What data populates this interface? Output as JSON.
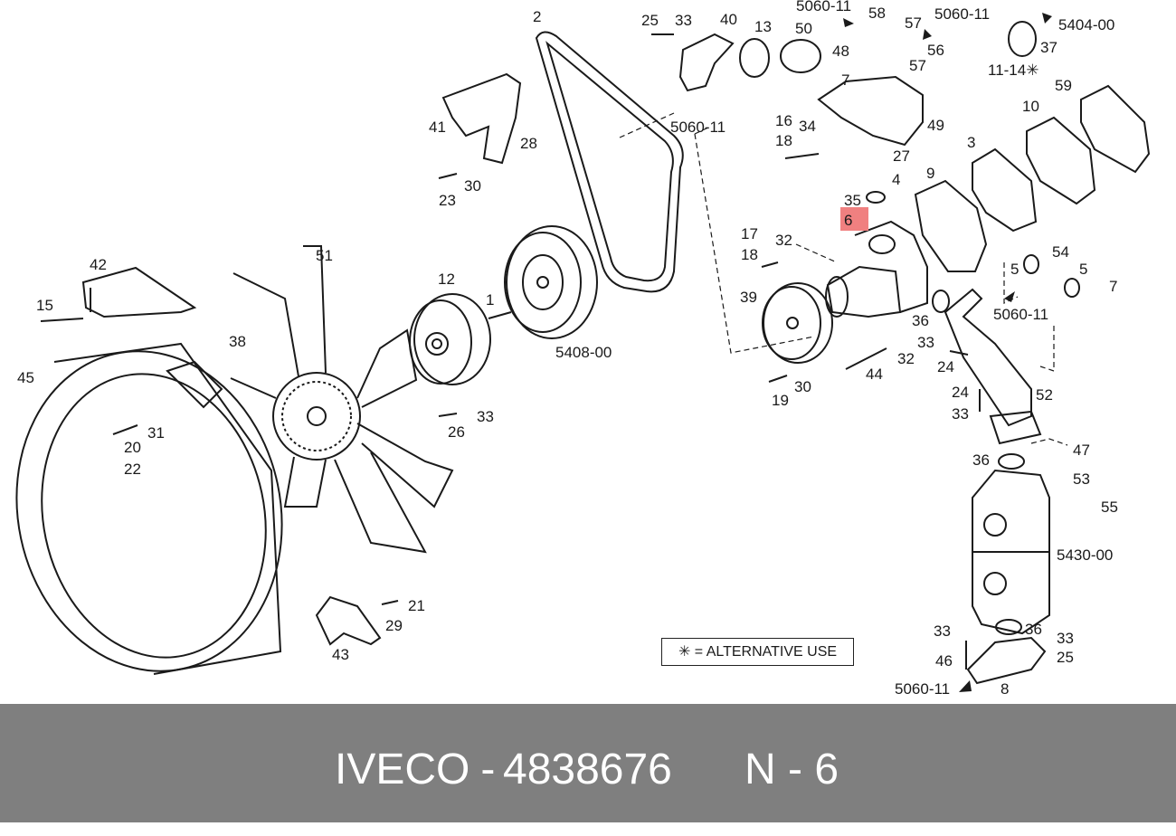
{
  "highlight_color": "#f08080",
  "footer": {
    "brand": "IVECO",
    "sep1": " - ",
    "part_number": "4838676",
    "ref": "N - 6"
  },
  "legend": {
    "symbol": "✳",
    "text": " = ALTERNATIVE USE"
  },
  "callouts": {
    "c1": "1",
    "c2": "2",
    "c3": "3",
    "c4": "4",
    "c5a": "5",
    "c5b": "5",
    "c6": "6",
    "c7a": "7",
    "c7b": "7",
    "c8": "8",
    "c9": "9",
    "c10": "10",
    "c12": "12",
    "c13": "13",
    "c15": "15",
    "c16": "16",
    "c17": "17",
    "c18a": "18",
    "c18b": "18",
    "c19": "19",
    "c20": "20",
    "c21": "21",
    "c22": "22",
    "c23": "23",
    "c24a": "24",
    "c24b": "24",
    "c25a": "25",
    "c25b": "25",
    "c26": "26",
    "c27": "27",
    "c28": "28",
    "c29": "29",
    "c30a": "30",
    "c30b": "30",
    "c31": "31",
    "c32a": "32",
    "c32b": "32",
    "c33a": "33",
    "c33b": "33",
    "c33c": "33",
    "c33d": "33",
    "c33e": "33",
    "c33f": "33",
    "c34": "34",
    "c35": "35",
    "c36a": "36",
    "c36b": "36",
    "c36c": "36",
    "c37": "37",
    "c38": "38",
    "c39": "39",
    "c40": "40",
    "c41": "41",
    "c42": "42",
    "c43": "43",
    "c44": "44",
    "c45": "45",
    "c46": "46",
    "c47": "47",
    "c48": "48",
    "c49": "49",
    "c50": "50",
    "c51": "51",
    "c52": "52",
    "c53": "53",
    "c54": "54",
    "c55": "55",
    "c56": "56",
    "c57a": "57",
    "c57b": "57",
    "c58": "58",
    "c59": "59",
    "r5060a": "5060-11",
    "r5060b": "5060-11",
    "r5060c": "5060-11",
    "r5060d": "5060-11",
    "r5060e": "5060-11",
    "r5404": "5404-00",
    "r5408": "5408-00",
    "r5430": "5430-00",
    "r1114": "11-14✳"
  }
}
